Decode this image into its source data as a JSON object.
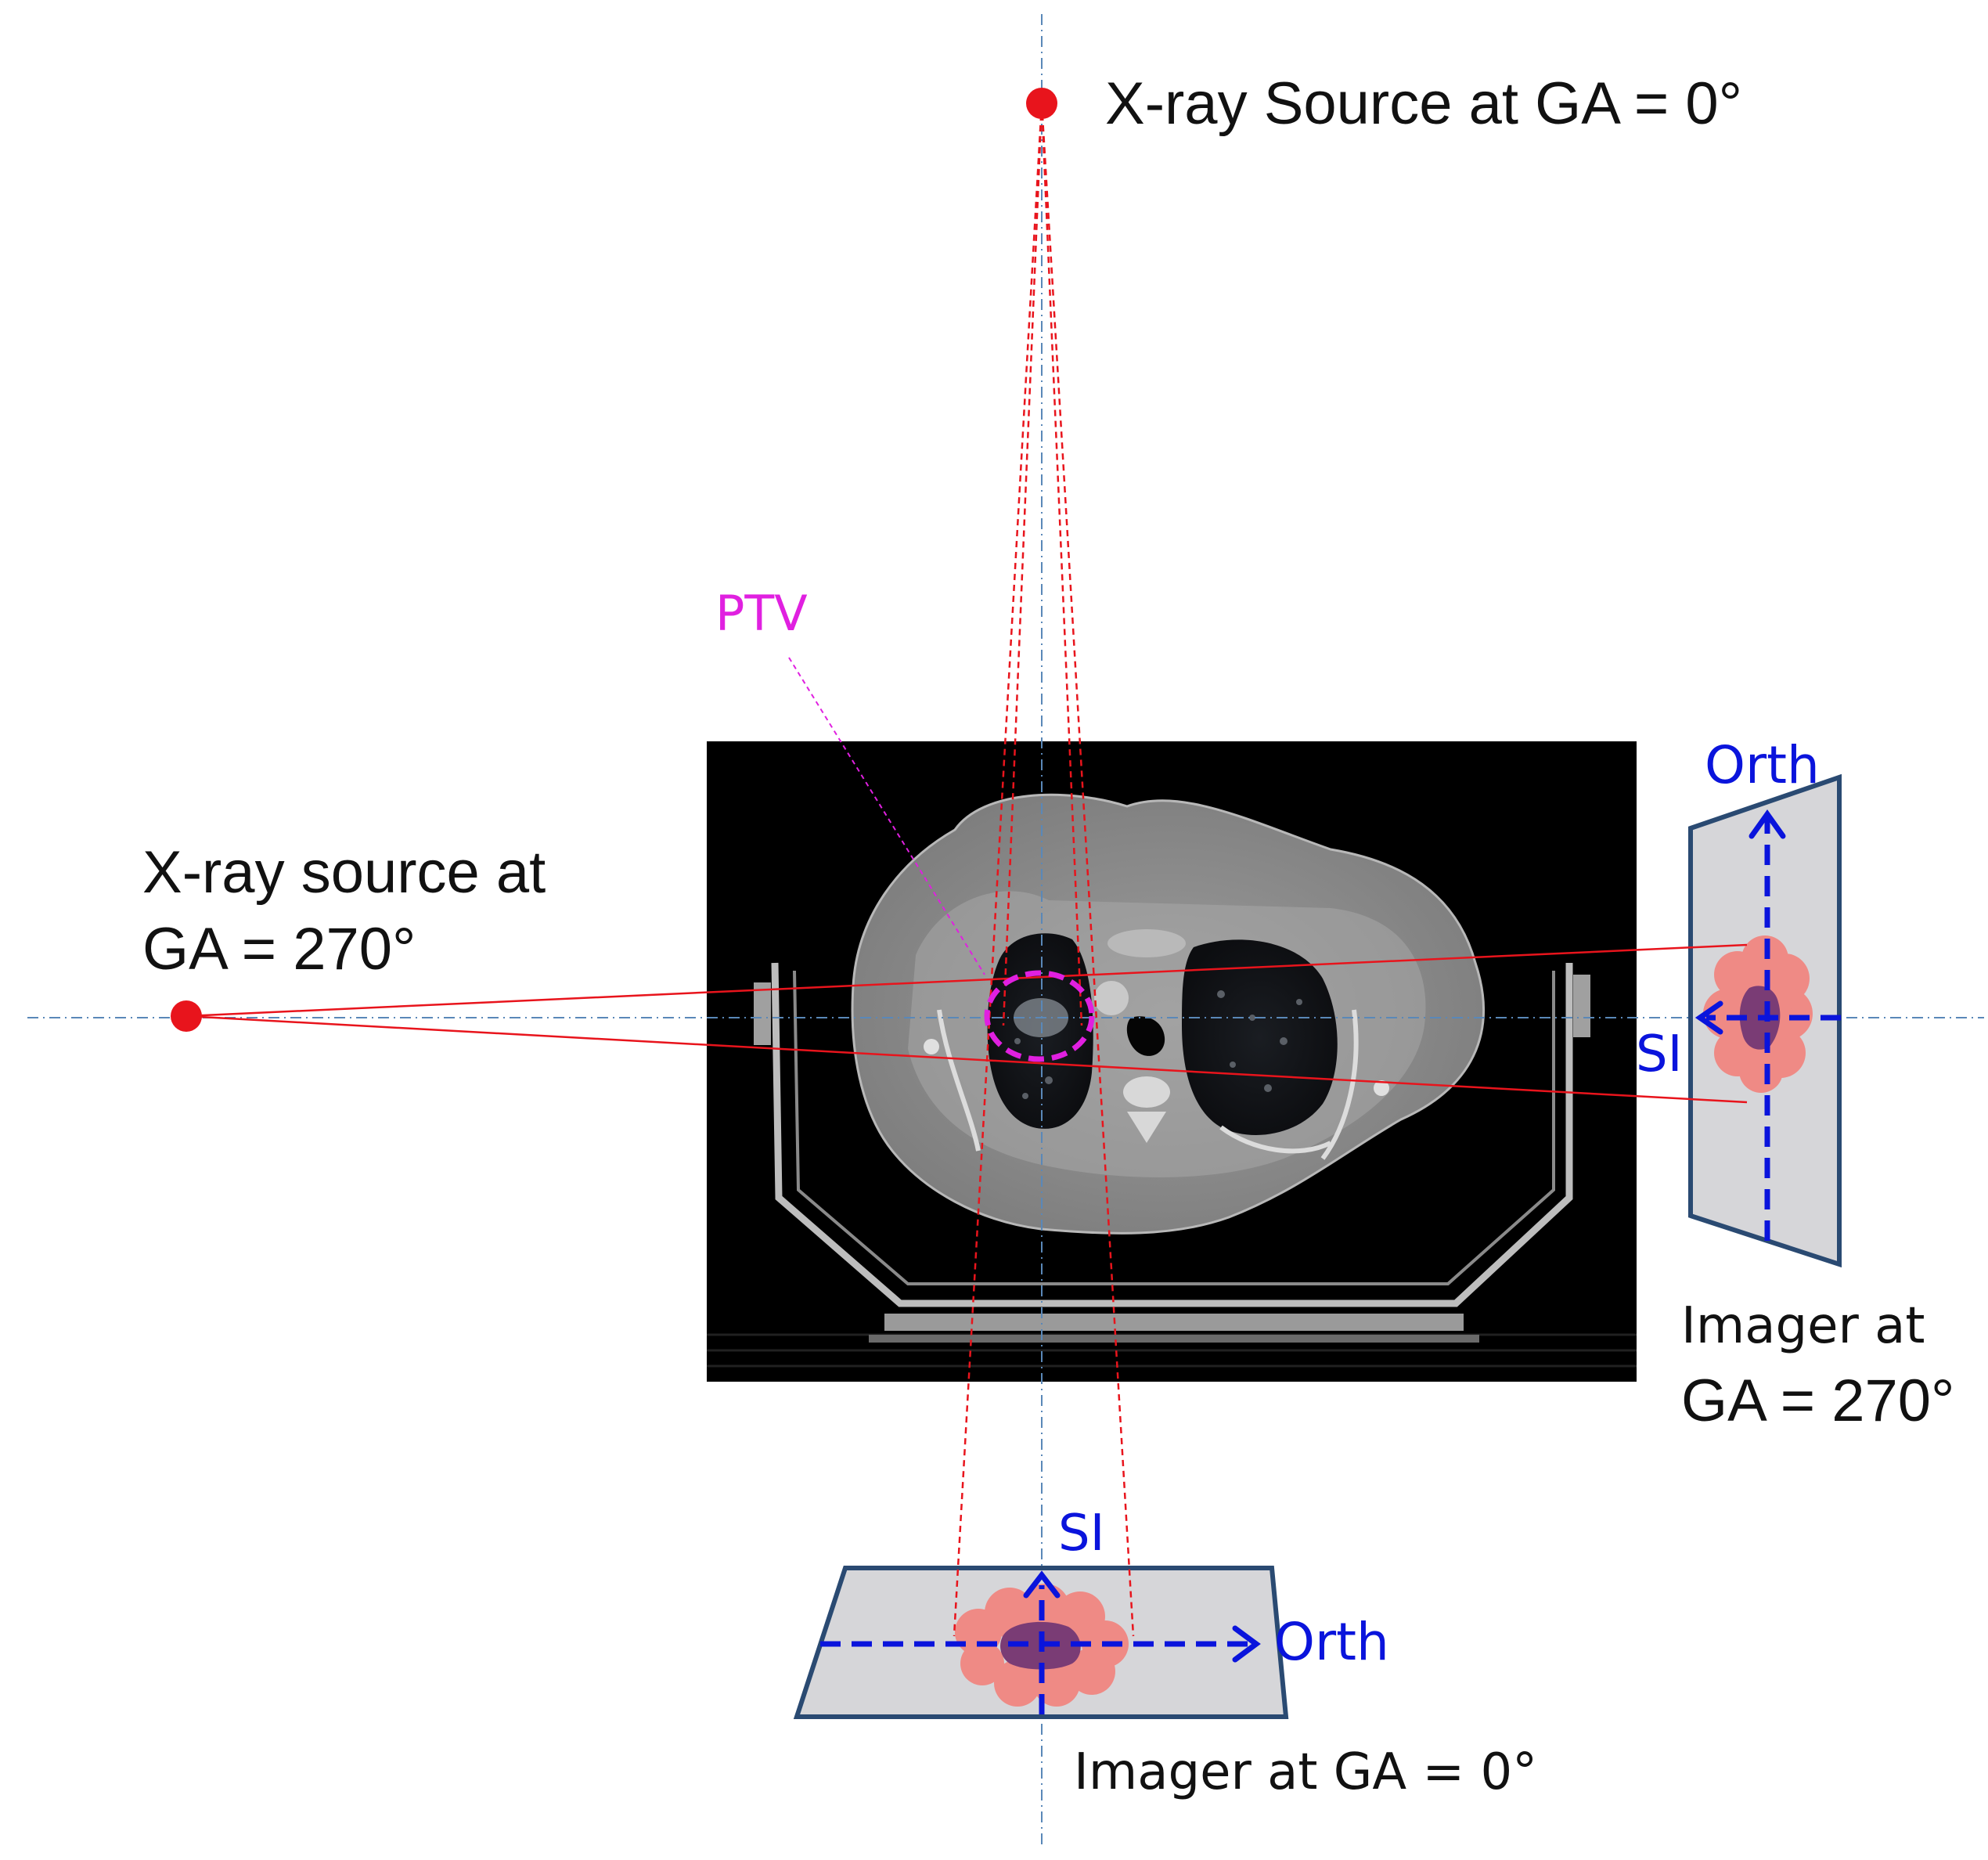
{
  "labels": {
    "source_top": "X-ray Source at GA = 0°",
    "source_left_line1": "X-ray source at",
    "source_left_line2": "GA = 270°",
    "ptv": "PTV",
    "imager_right_line1": "Imager at",
    "imager_right_line2": "GA = 270°",
    "imager_bottom": "Imager at GA = 0°",
    "axis_orth": "Orth",
    "axis_si": "SI"
  },
  "colors": {
    "source_dot": "#e8141c",
    "beam_line": "#e8141c",
    "ptv": "#e020e0",
    "axis_arrow": "#0a14dc",
    "panel_fill": "#d6d6d9",
    "panel_stroke": "#2a4a72",
    "tumor_outer": "#ef8a85",
    "tumor_inner": "#7a3c75",
    "center_line": "#5a88b8",
    "ct_background": "#000000"
  }
}
